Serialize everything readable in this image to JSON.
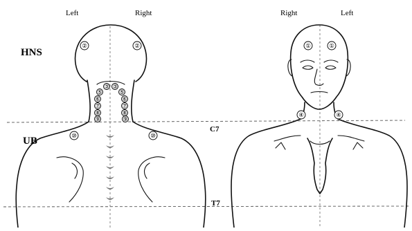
{
  "back_view": {
    "side_left": "Left",
    "side_right": "Right"
  },
  "front_view": {
    "side_right": "Right",
    "side_left": "Left"
  },
  "regions": {
    "hns": "HNS",
    "ub": "UB"
  },
  "levels": {
    "c7": "C7",
    "t7": "T7"
  },
  "points": {
    "p1": "①",
    "p2": "②",
    "p3": "③",
    "p4": "④",
    "p5": "⑤",
    "p6": "⑥",
    "p7": "⑦",
    "p8": "⑧",
    "p9": "⑨",
    "p10": "⑩"
  }
}
